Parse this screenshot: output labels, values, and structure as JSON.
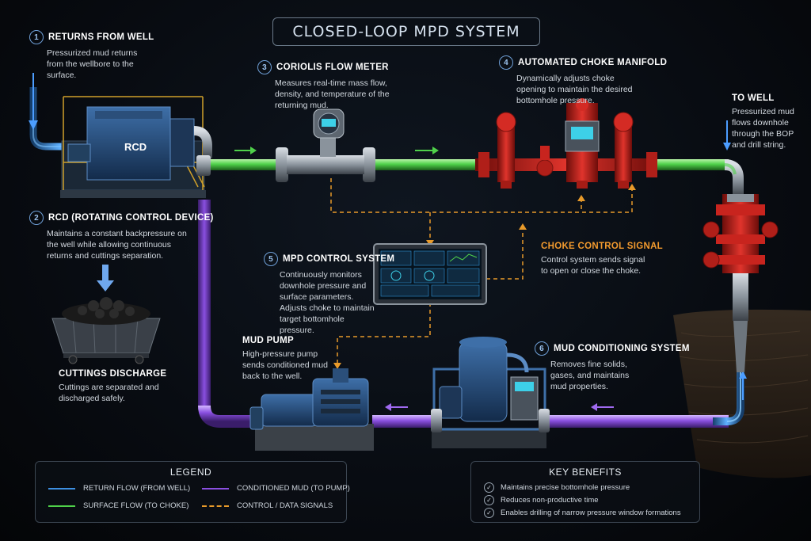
{
  "title": "CLOSED-LOOP MPD SYSTEM",
  "colors": {
    "return_flow": "#3d8fe0",
    "surface_flow": "#4fd14a",
    "conditioned_mud": "#8a4fe0",
    "control_signal": "#e89a2a",
    "choke_red": "#c8241e"
  },
  "equipment": {
    "rcd_label": "RCD"
  },
  "callouts": {
    "returns": {
      "num": "1",
      "title": "RETURNS FROM WELL",
      "text": "Pressurized mud returns from the wellbore to the surface."
    },
    "rcd": {
      "num": "2",
      "title": "RCD (ROTATING CONTROL DEVICE)",
      "text": "Maintains a constant backpressure on the well while allowing continuous returns and cuttings separation."
    },
    "coriolis": {
      "num": "3",
      "title": "CORIOLIS FLOW METER",
      "text": "Measures real-time mass flow, density, and temperature of the returning mud."
    },
    "choke": {
      "num": "4",
      "title": "AUTOMATED CHOKE MANIFOLD",
      "text": "Dynamically adjusts choke opening to maintain the desired bottomhole pressure."
    },
    "control": {
      "num": "5",
      "title": "MPD CONTROL SYSTEM",
      "text": "Continuously monitors downhole pressure and surface parameters. Adjusts choke to maintain target bottomhole pressure."
    },
    "conditioning": {
      "num": "6",
      "title": "MUD CONDITIONING SYSTEM",
      "text": "Removes fine solids, gases, and maintains mud properties."
    },
    "to_well": {
      "title": "TO WELL",
      "text": "Pressurized mud flows downhole through the BOP and drill string."
    },
    "choke_signal": {
      "title": "CHOKE CONTROL SIGNAL",
      "text": "Control system sends signal to open or close the choke."
    },
    "mud_pump": {
      "title": "MUD PUMP",
      "text": "High-pressure pump sends conditioned mud back to the well."
    },
    "cuttings": {
      "title": "CUTTINGS DISCHARGE",
      "text": "Cuttings are separated and discharged safely."
    }
  },
  "legend": {
    "title": "LEGEND",
    "items": [
      {
        "label": "RETURN FLOW (FROM WELL)",
        "color": "#3d8fe0",
        "style": "solid"
      },
      {
        "label": "CONDITIONED MUD (TO PUMP)",
        "color": "#8a4fe0",
        "style": "solid"
      },
      {
        "label": "SURFACE FLOW (TO CHOKE)",
        "color": "#4fd14a",
        "style": "solid"
      },
      {
        "label": "CONTROL / DATA SIGNALS",
        "color": "#e89a2a",
        "style": "dashed"
      }
    ]
  },
  "benefits": {
    "title": "KEY BENEFITS",
    "items": [
      "Maintains precise bottomhole pressure",
      "Reduces non-productive time",
      "Enables drilling of narrow pressure window formations"
    ]
  }
}
